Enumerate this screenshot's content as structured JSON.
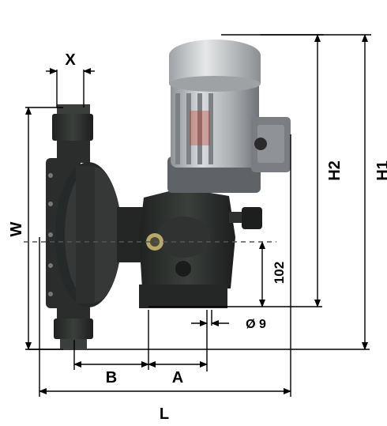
{
  "labels": {
    "x": "X",
    "w": "W",
    "h2": "H2",
    "h1": "H1",
    "b": "B",
    "a": "A",
    "l": "L",
    "dim_102": "102",
    "dim_dia9": "Ø 9"
  },
  "colors": {
    "pump_body": "#2a2d2b",
    "pump_body_light": "#4a4e4b",
    "motor_silver": "#b9bdc0",
    "motor_dark": "#6b7074",
    "dimension_line": "#000000",
    "dashed_line": "#555555"
  },
  "icons": {
    "pump": "dosing-pump-photo"
  }
}
